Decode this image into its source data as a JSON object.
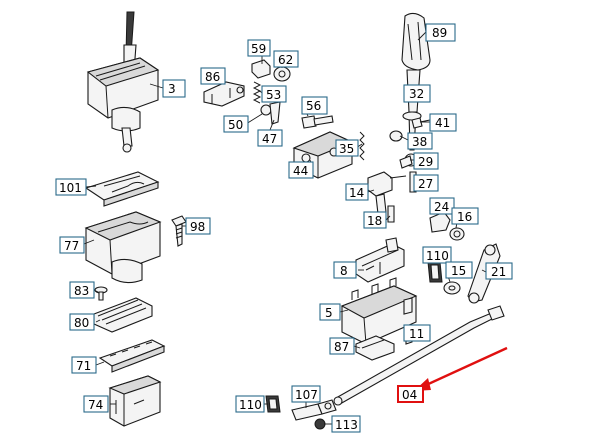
{
  "labels": [
    {
      "id": "89",
      "text": "89"
    },
    {
      "id": "3",
      "text": "3"
    },
    {
      "id": "59",
      "text": "59"
    },
    {
      "id": "62",
      "text": "62"
    },
    {
      "id": "86",
      "text": "86"
    },
    {
      "id": "53",
      "text": "53"
    },
    {
      "id": "56",
      "text": "56"
    },
    {
      "id": "32",
      "text": "32"
    },
    {
      "id": "50",
      "text": "50"
    },
    {
      "id": "47",
      "text": "47"
    },
    {
      "id": "41",
      "text": "41"
    },
    {
      "id": "38",
      "text": "38"
    },
    {
      "id": "35",
      "text": "35"
    },
    {
      "id": "29",
      "text": "29"
    },
    {
      "id": "44",
      "text": "44"
    },
    {
      "id": "27",
      "text": "27"
    },
    {
      "id": "101",
      "text": "101"
    },
    {
      "id": "14",
      "text": "14"
    },
    {
      "id": "98",
      "text": "98"
    },
    {
      "id": "24",
      "text": "24"
    },
    {
      "id": "16",
      "text": "16"
    },
    {
      "id": "18",
      "text": "18"
    },
    {
      "id": "77",
      "text": "77"
    },
    {
      "id": "110a",
      "text": "110"
    },
    {
      "id": "8",
      "text": "8"
    },
    {
      "id": "15",
      "text": "15"
    },
    {
      "id": "21",
      "text": "21"
    },
    {
      "id": "83",
      "text": "83"
    },
    {
      "id": "5",
      "text": "5"
    },
    {
      "id": "80",
      "text": "80"
    },
    {
      "id": "11",
      "text": "11"
    },
    {
      "id": "87",
      "text": "87"
    },
    {
      "id": "71",
      "text": "71"
    },
    {
      "id": "107",
      "text": "107"
    },
    {
      "id": "04",
      "text": "04"
    },
    {
      "id": "74",
      "text": "74"
    },
    {
      "id": "110b",
      "text": "110"
    },
    {
      "id": "113",
      "text": "113"
    }
  ],
  "highlight": {
    "label": "04",
    "color": "#e01010"
  },
  "label_border_color": "#2a6a8a"
}
